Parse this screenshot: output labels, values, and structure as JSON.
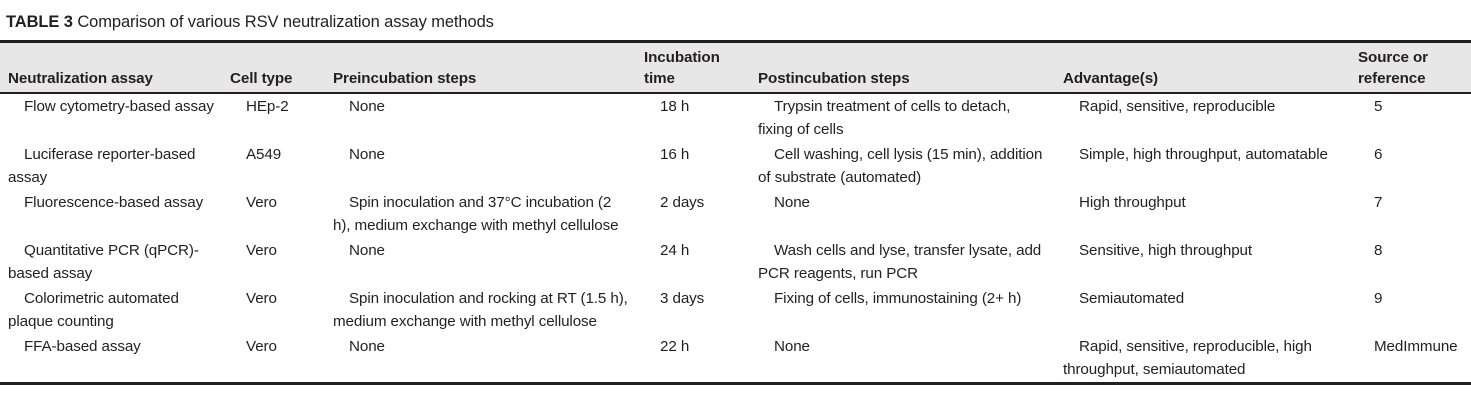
{
  "caption": {
    "label": "TABLE 3",
    "text": " Comparison of various RSV neutralization assay methods"
  },
  "colors": {
    "rule": "#231f20",
    "header_band": "#e7e7e8",
    "text": "#231f20",
    "page_background": "#ffffff"
  },
  "table": {
    "headers": [
      "Neutralization assay",
      "Cell type",
      "Preincubation steps",
      "Incubation time",
      "Postincubation steps",
      "Advantage(s)",
      "Source or reference"
    ],
    "rows": [
      {
        "assay": "Flow cytometry-based assay",
        "cell_type": "HEp-2",
        "preincubation": "None",
        "incubation_time": "18 h",
        "postincubation": "Trypsin treatment of cells to detach, fixing of cells",
        "advantages": "Rapid, sensitive, reproducible",
        "source": "5"
      },
      {
        "assay": "Luciferase reporter-based assay",
        "cell_type": "A549",
        "preincubation": "None",
        "incubation_time": "16 h",
        "postincubation": "Cell washing, cell lysis (15 min), addition of substrate (automated)",
        "advantages": "Simple, high throughput, automatable",
        "source": "6"
      },
      {
        "assay": "Fluorescence-based assay",
        "cell_type": "Vero",
        "preincubation": "Spin inoculation and 37°C incubation (2 h), medium exchange with methyl cellulose",
        "incubation_time": "2 days",
        "postincubation": "None",
        "advantages": "High throughput",
        "source": "7"
      },
      {
        "assay": "Quantitative PCR (qPCR)-based assay",
        "cell_type": "Vero",
        "preincubation": "None",
        "incubation_time": "24 h",
        "postincubation": "Wash cells and lyse, transfer lysate, add PCR reagents, run PCR",
        "advantages": "Sensitive, high throughput",
        "source": "8"
      },
      {
        "assay": "Colorimetric automated plaque counting",
        "cell_type": "Vero",
        "preincubation": "Spin inoculation and rocking at RT (1.5 h), medium exchange with methyl cellulose",
        "incubation_time": "3 days",
        "postincubation": "Fixing of cells, immunostaining (2+ h)",
        "advantages": "Semiautomated",
        "source": "9"
      },
      {
        "assay": "FFA-based assay",
        "cell_type": "Vero",
        "preincubation": "None",
        "incubation_time": "22 h",
        "postincubation": "None",
        "advantages": "Rapid, sensitive, reproducible, high throughput, semiautomated",
        "source": "MedImmune"
      }
    ]
  }
}
